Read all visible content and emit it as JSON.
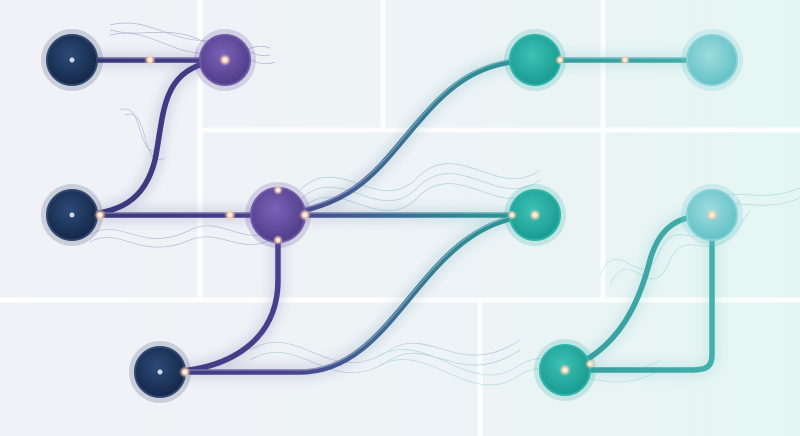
{
  "palette": {
    "background_left": "#f1f2f7",
    "background_right": "#e6f6f4",
    "grid_line": "#ffffff",
    "node_navy": "#1c3156",
    "node_purple": "#5f4a9a",
    "node_teal": "#22a99e",
    "node_light_teal": "#79cdd1",
    "edge_start": "#3a3f7c",
    "edge_end": "#3fb6ae",
    "glow": "#ffd9b8"
  },
  "nodes": [
    {
      "id": "n1",
      "style": "navy"
    },
    {
      "id": "n2",
      "style": "purple"
    },
    {
      "id": "n3",
      "style": "navy"
    },
    {
      "id": "n4",
      "style": "purple"
    },
    {
      "id": "n5",
      "style": "navy"
    },
    {
      "id": "n6",
      "style": "teal"
    },
    {
      "id": "n7",
      "style": "light-teal"
    },
    {
      "id": "n8",
      "style": "teal"
    },
    {
      "id": "n9",
      "style": "teal"
    },
    {
      "id": "n10",
      "style": "light-teal"
    }
  ],
  "edges": [
    {
      "from": "n1",
      "to": "n2"
    },
    {
      "from": "n2",
      "to": "n3"
    },
    {
      "from": "n3",
      "to": "n4"
    },
    {
      "from": "n4",
      "to": "n8"
    },
    {
      "from": "n4",
      "to": "n6"
    },
    {
      "from": "n4",
      "to": "n5"
    },
    {
      "from": "n5",
      "to": "n8"
    },
    {
      "from": "n6",
      "to": "n7"
    },
    {
      "from": "n9",
      "to": "n10"
    }
  ]
}
